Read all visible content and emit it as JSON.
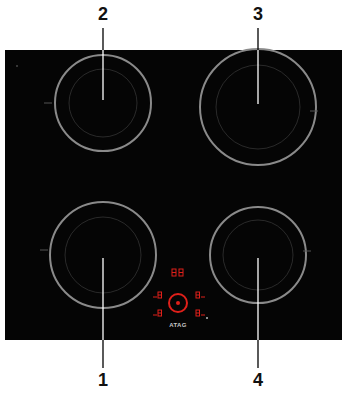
{
  "diagram": {
    "labels": [
      "2",
      "3",
      "1",
      "4",
      "ATAG"
    ]
  }
}
